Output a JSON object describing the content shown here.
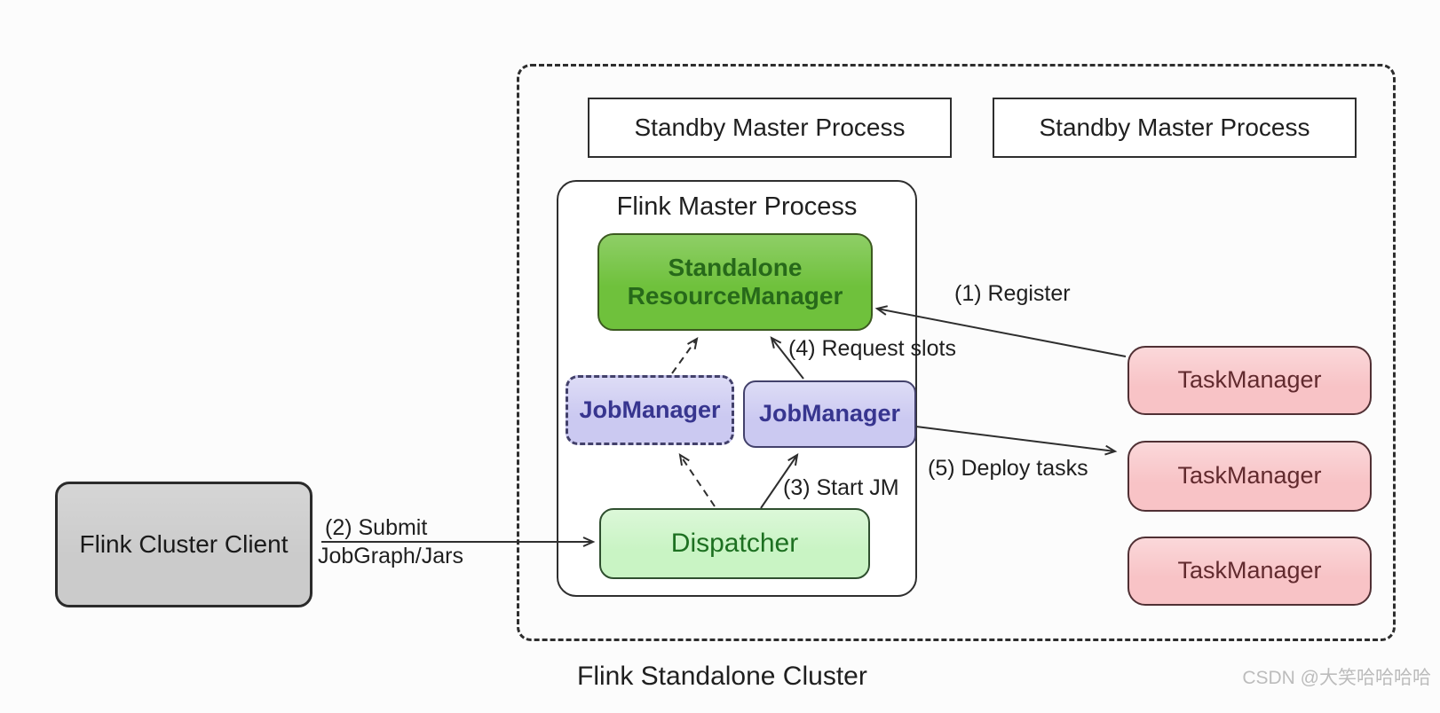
{
  "colors": {
    "background": "#fcfcfc",
    "line": "#2e2e2e",
    "box_border": "#2e2e2e",
    "rm_fill": "#6fc13c",
    "rm_border": "#3c5a20",
    "rm_text": "#27691a",
    "jm_fill": "#cbc9f1",
    "jm_border": "#43416b",
    "jm_text": "#37358f",
    "dispatcher_fill": "#c9f4c4",
    "dispatcher_border": "#2f4f2f",
    "dispatcher_text": "#1d7021",
    "tm_fill": "#f8c3c6",
    "tm_border": "#503034",
    "tm_text": "#612a2e",
    "client_fill": "#cbcbcb",
    "client_border": "#2b2b2b",
    "client_text": "#1a1a1a",
    "label_text": "#1f1f1f",
    "watermark_text": "#bcbcbc"
  },
  "cluster": {
    "caption": "Flink Standalone Cluster",
    "standby_master_1": "Standby Master Process",
    "standby_master_2": "Standby Master Process"
  },
  "master_process": {
    "title": "Flink Master Process",
    "resource_manager": {
      "line1": "Standalone",
      "line2": "ResourceManager"
    },
    "job_manager_standby": "JobManager",
    "job_manager_active": "JobManager",
    "dispatcher": "Dispatcher"
  },
  "client": {
    "label": "Flink Cluster Client"
  },
  "task_managers": [
    "TaskManager",
    "TaskManager",
    "TaskManager"
  ],
  "arrows": {
    "register": "(1) Register",
    "submit_line1": "(2) Submit",
    "submit_line2": "JobGraph/Jars",
    "start_jm": "(3) Start JM",
    "request_slots": "(4) Request slots",
    "deploy_tasks": "(5) Deploy tasks"
  },
  "watermark": "CSDN @大笑哈哈哈哈"
}
